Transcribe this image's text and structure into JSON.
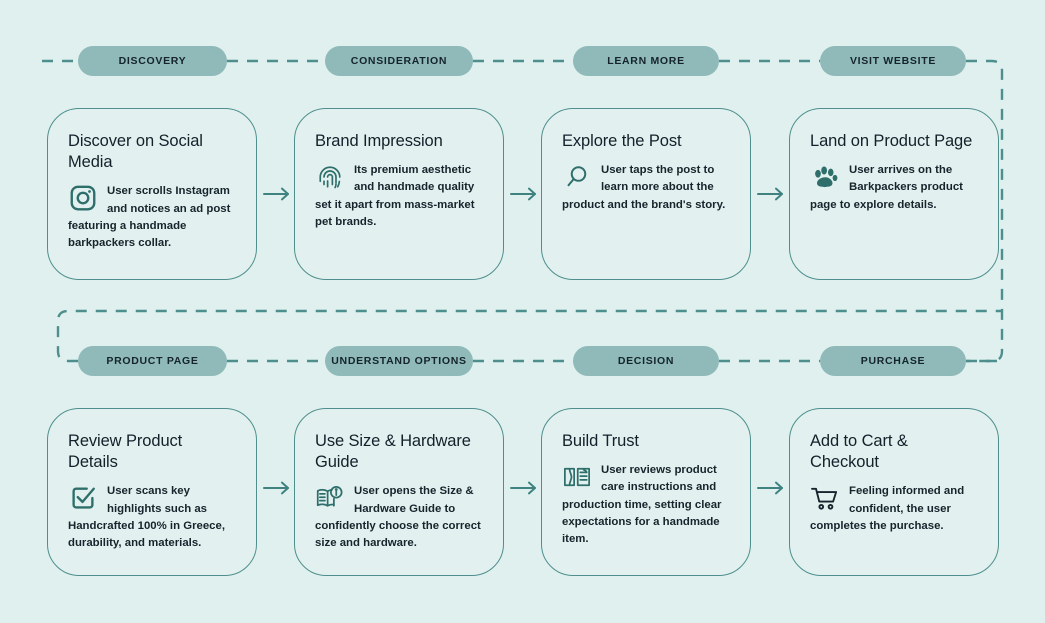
{
  "palette": {
    "page_bg": "#dff0ef",
    "card_bg": "#e2f1f0",
    "card_border": "#4e8f8d",
    "pill_bg": "#8fbab9",
    "accent": "#3f7d7b",
    "text": "#16242c"
  },
  "stages": [
    {
      "label": "DISCOVERY"
    },
    {
      "label": "CONSIDERATION"
    },
    {
      "label": "LEARN MORE"
    },
    {
      "label": "VISIT WEBSITE"
    },
    {
      "label": "PRODUCT PAGE"
    },
    {
      "label": "UNDERSTAND OPTIONS"
    },
    {
      "label": "DECISION"
    },
    {
      "label": "PURCHASE"
    }
  ],
  "cards": [
    {
      "title": "Discover on Social Media",
      "icon": "instagram-icon",
      "body": "User scrolls Instagram and notices an ad post featuring a handmade barkpackers collar."
    },
    {
      "title": "Brand Impression",
      "icon": "fingerprint-icon",
      "body": "Its premium aesthetic and handmade quality set it apart from mass-market pet brands."
    },
    {
      "title": "Explore the Post",
      "icon": "magnifier-icon",
      "body": "User taps the post to learn more about the product and the brand's story."
    },
    {
      "title": "Land on Product Page",
      "icon": "paw-print-icon",
      "body": "User arrives on the Barkpackers product page to explore details."
    },
    {
      "title": "Review Product Details",
      "icon": "checkbox-check-icon",
      "body": "User scans key highlights such as Handcrafted 100% in Greece, durability, and materials."
    },
    {
      "title": "Use Size & Hardware Guide",
      "icon": "book-info-icon",
      "body": "User opens the Size & Hardware Guide to confidently choose the correct size and hardware."
    },
    {
      "title": "Build Trust",
      "icon": "care-label-icon",
      "body": "User reviews product care instructions and production time, setting clear expectations for a handmade item."
    },
    {
      "title": "Add to Cart & Checkout",
      "icon": "shopping-cart-icon",
      "body": "Feeling informed and confident, the user completes the purchase."
    }
  ]
}
